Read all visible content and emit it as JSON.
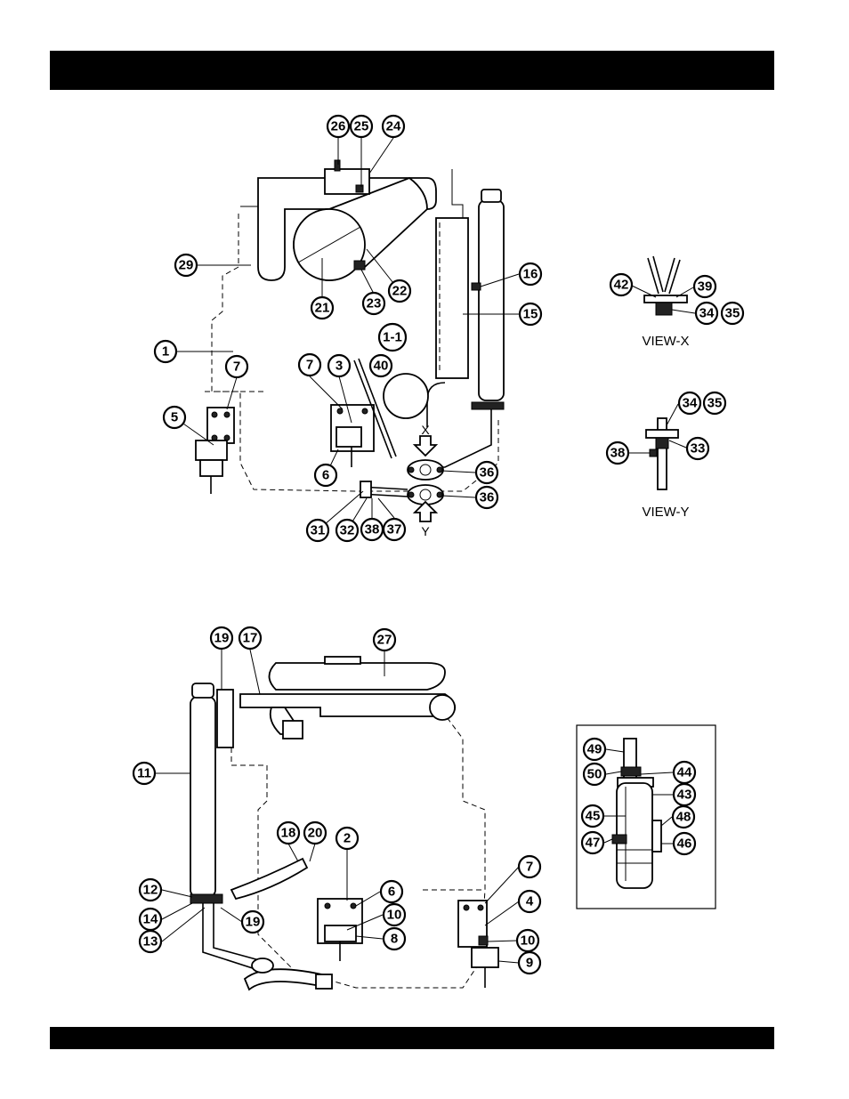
{
  "header": {
    "title": ""
  },
  "footer": {
    "text": ""
  },
  "upper_callouts": [
    "26",
    "25",
    "24",
    "29",
    "16",
    "15",
    "21",
    "22",
    "23",
    "1-1",
    "1",
    "40",
    "7",
    "3",
    "7",
    "5",
    "6",
    "36",
    "36",
    "31",
    "32",
    "38",
    "37"
  ],
  "upper_arrow_labels": {
    "x": "X",
    "y": "Y"
  },
  "view_x": {
    "label": "VIEW-X",
    "callouts": [
      "42",
      "39",
      "34",
      "35"
    ]
  },
  "view_y": {
    "label": "VIEW-Y",
    "callouts": [
      "34",
      "35",
      "38",
      "33"
    ]
  },
  "lower_callouts": [
    "19",
    "17",
    "27",
    "11",
    "18",
    "20",
    "2",
    "12",
    "14",
    "13",
    "19",
    "6",
    "10",
    "8",
    "7",
    "4",
    "10",
    "9"
  ],
  "inset": {
    "callouts": [
      "49",
      "50",
      "44",
      "43",
      "45",
      "48",
      "47",
      "46"
    ]
  }
}
